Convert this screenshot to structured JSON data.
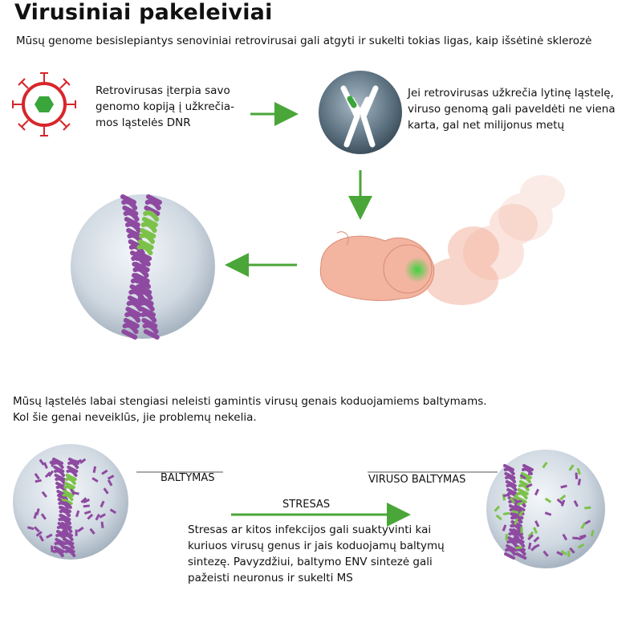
{
  "title": "Virusiniai pakeleiviai",
  "subtitle": "Mūsų genome besislepiantys senoviniai retrovirusai  gali atgyti ir sukelti tokias ligas, kaip išsėtinė sklerozė",
  "step1_text": "Retrovirusas įterpia savo genomo kopiją į užkrečia-mos ląstelės DNR",
  "step2_text": "Jei retrovirusas užkrečia lytinę ląstelę, viruso genomą gali paveldėti ne viena karta, gal net milijonus metų",
  "note_line1": "Mūsų ląstelės labai stengiasi neleisti gamintis virusų genais koduojamiems baltymams.",
  "note_line2": "Kol šie genai neveiklūs, jie problemų nekelia.",
  "label_protein": "BALTYMAS",
  "label_stress": "STRESAS",
  "label_viral_protein": "VIRUSO BALTYMAS",
  "stress_explanation": "Stresas ar kitos infekcijos gali suaktyvinti kai kuriuos virusų genus ir jais koduojamų baltymų sintezę. Pavyzdžiui, baltymo ENV sintezė gali pažeisti neuronus ir sukelti MS",
  "colors": {
    "arrow": "#4aa638",
    "dna": "#8e4aa0",
    "viral_gene": "#7cc24a",
    "virus_ring": "#d7262b",
    "virus_core": "#3aa53a",
    "cell": "#c7d2dc",
    "embryo": "#f3b4a0"
  },
  "icons": [
    "virus-icon",
    "chromosome-cell-icon",
    "embryo-icon",
    "dna-cell-icon"
  ]
}
